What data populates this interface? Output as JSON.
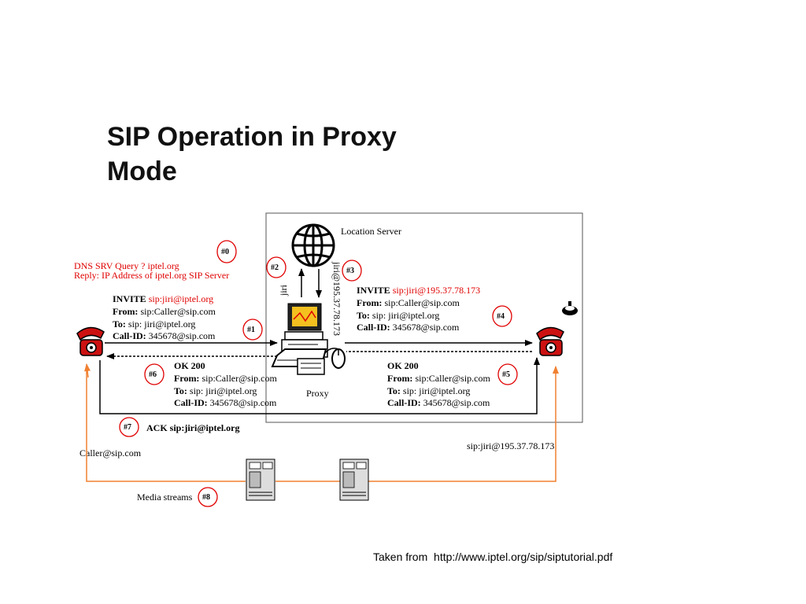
{
  "title": {
    "line1": "SIP Operation in Proxy",
    "line2": "Mode"
  },
  "source": "Taken from  http://www.iptel.org/sip/siptutorial.pdf",
  "location_server": "Location Server",
  "proxy_label": "Proxy",
  "vertical_jiri": "jiri",
  "vertical_addr": "jiri@195.37.78.173",
  "dns": {
    "line1": "DNS SRV Query ? iptel.org",
    "line2": "Reply: IP Address of iptel.org SIP Server"
  },
  "steps": [
    "#0",
    "#1",
    "#2",
    "#3",
    "#4",
    "#5",
    "#6",
    "#7",
    "#8"
  ],
  "invite1": {
    "method": "INVITE ",
    "uri": "sip:jiri@iptel.org",
    "from_key": "From:",
    "from_val": " sip:Caller@sip.com",
    "to_key": "To:",
    "to_val": " sip: jiri@iptel.org",
    "callid_key": "Call-ID:",
    "callid_val": " 345678@sip.com"
  },
  "invite2": {
    "method": "INVITE ",
    "uri": "sip:jiri@195.37.78.173",
    "from_key": "From:",
    "from_val": " sip:Caller@sip.com",
    "to_key": "To:",
    "to_val": " sip: jiri@iptel.org",
    "callid_key": "Call-ID:",
    "callid_val": " 345678@sip.com"
  },
  "ok1": {
    "status": "OK 200",
    "from_key": "From:",
    "from_val": " sip:Caller@sip.com",
    "to_key": "To:",
    "to_val": " sip: jiri@iptel.org",
    "callid_key": "Call-ID:",
    "callid_val": " 345678@sip.com"
  },
  "ok2": {
    "status": "OK 200",
    "from_key": "From:",
    "from_val": " sip:Caller@sip.com",
    "to_key": "To:",
    "to_val": " sip: jiri@iptel.org",
    "callid_key": "Call-ID:",
    "callid_val": " 345678@sip.com"
  },
  "ack": "ACK sip:jiri@iptel.org",
  "caller": "Caller@sip.com",
  "callee": "sip:jiri@195.37.78.173",
  "media": "Media streams",
  "colors": {
    "red": "#e00000",
    "media": "#f08030",
    "phone": "#cc1111"
  },
  "icons": [
    "globe-icon",
    "computer-icon",
    "phone-icon",
    "server-icon",
    "bell-icon"
  ]
}
